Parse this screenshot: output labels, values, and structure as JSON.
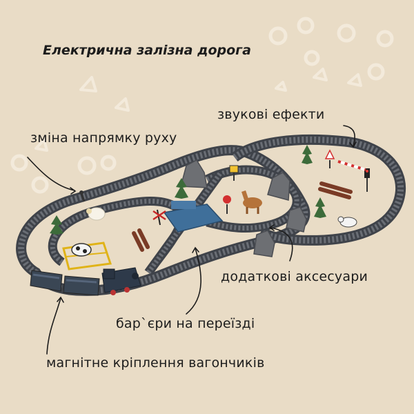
{
  "title": "Електрична залізна дорога",
  "labels": {
    "sound_effects": "звукові ефекти",
    "direction_change": "зміна напрямку руху",
    "extra_accessories": "додаткові аксесуари",
    "crossing_barriers": "бар`єри на переїзді",
    "magnetic_coupling": "магнітне кріплення вагончиків"
  },
  "colors": {
    "background": "#e9dcc6",
    "decoration": "#f2e8d6",
    "track": "#5d6168",
    "track_edge": "#3f434a",
    "locomotive": "#2e3a4a",
    "crossing": "#3f6f9a"
  },
  "icons": [
    "ring-icon",
    "triangle-icon",
    "arrow-icon"
  ]
}
